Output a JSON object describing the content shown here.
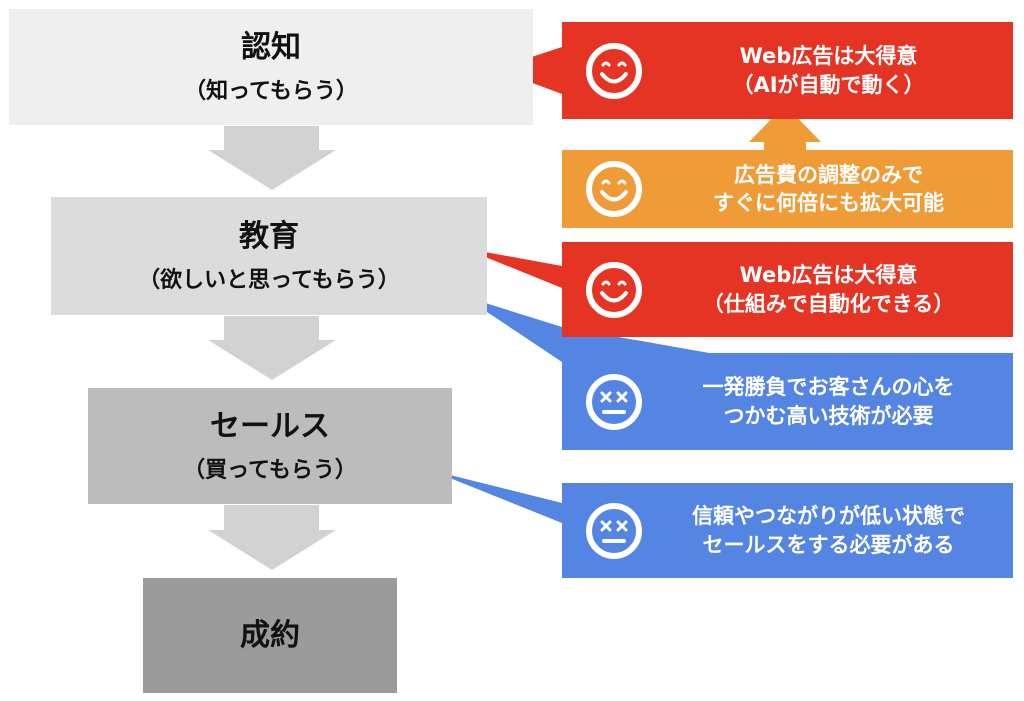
{
  "stages": [
    {
      "title": "認知",
      "sub": "（知ってもらう）"
    },
    {
      "title": "教育",
      "sub": "（欲しいと思ってもらう）"
    },
    {
      "title": "セールス",
      "sub": "（買ってもらう）"
    },
    {
      "title": "成約",
      "sub": ""
    }
  ],
  "cards": [
    {
      "line1": "Web広告は大得意",
      "line2": "（AIが自動で動く）"
    },
    {
      "line1": "広告費の調整のみで",
      "line2": "すぐに何倍にも拡大可能"
    },
    {
      "line1": "Web広告は大得意",
      "line2": "（仕組みで自動化できる）"
    },
    {
      "line1": "一発勝負でお客さんの心を",
      "line2": "つかむ高い技術が必要"
    },
    {
      "line1": "信頼やつながりが低い状態で",
      "line2": "セールスをする必要がある"
    }
  ],
  "icons": [
    "smiling-face-icon",
    "smiling-face-icon",
    "smiling-face-icon",
    "dizzy-face-icon",
    "dizzy-face-icon"
  ],
  "colors": {
    "stage1": "#efefef",
    "stage2": "#dcdcdc",
    "stage3": "#bcbcbc",
    "stage4": "#9b9b9b",
    "arrow_gray": "#d2d2d2",
    "red": "#e53324",
    "orange": "#ef9b37",
    "blue": "#5585e3"
  }
}
